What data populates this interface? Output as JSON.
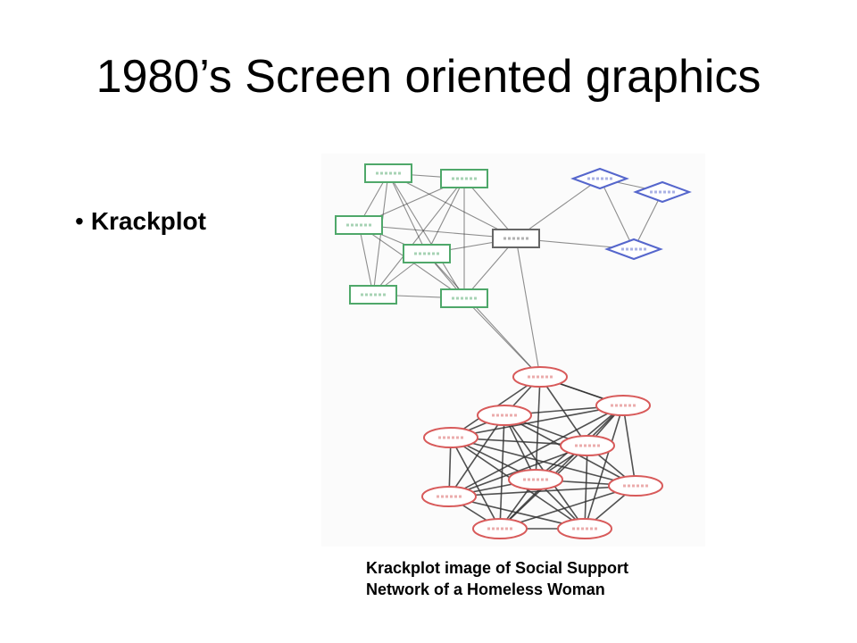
{
  "slide": {
    "title": "1980’s Screen oriented graphics",
    "bullet": "Krackplot",
    "caption_line1": "Krackplot image of Social Support",
    "caption_line2": "Network of a Homeless Woman"
  },
  "colors": {
    "green": "#4fa86a",
    "blue": "#5566cc",
    "red": "#d85a5a",
    "gray": "#666666",
    "edge": "#333333"
  }
}
